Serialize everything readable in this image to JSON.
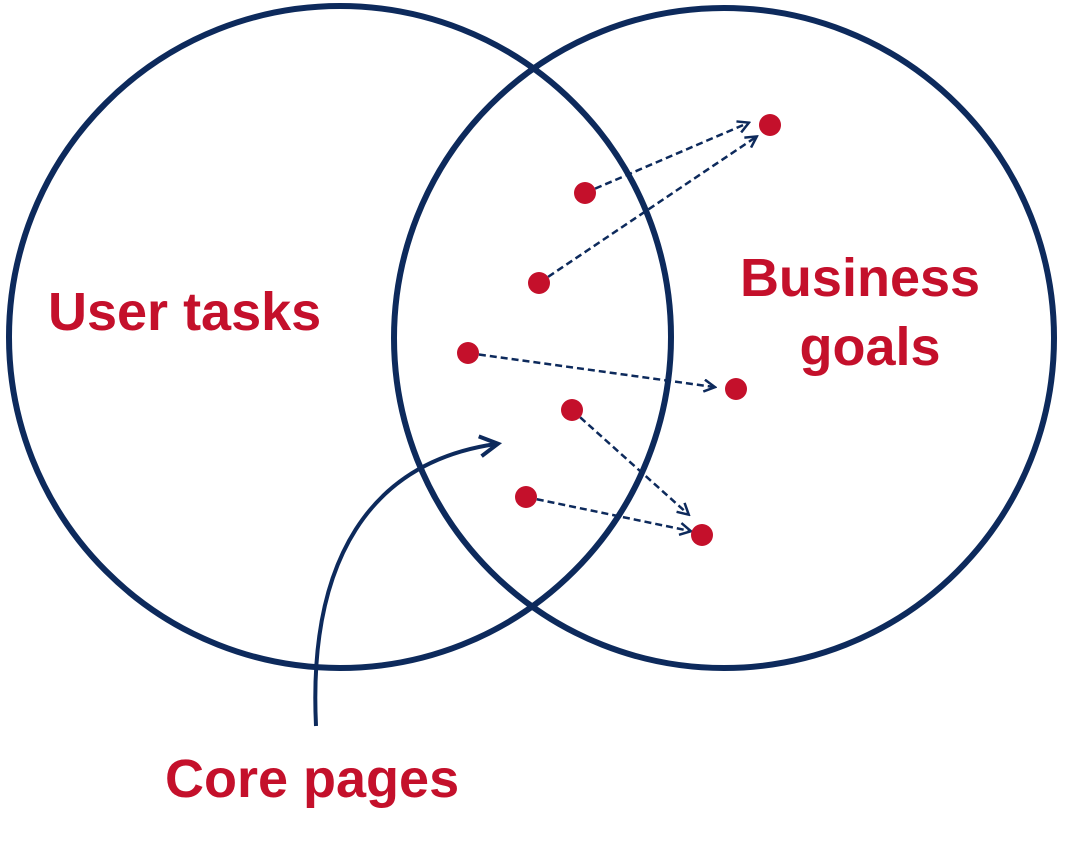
{
  "labels": {
    "left_set": "User tasks",
    "right_set_line1": "Business",
    "right_set_line2": "goals",
    "overlap_callout": "Core pages"
  },
  "colors": {
    "circle": "#0d2a5c",
    "text": "#c4102b",
    "dot": "#c4102b",
    "arrow": "#0d2a5c"
  }
}
